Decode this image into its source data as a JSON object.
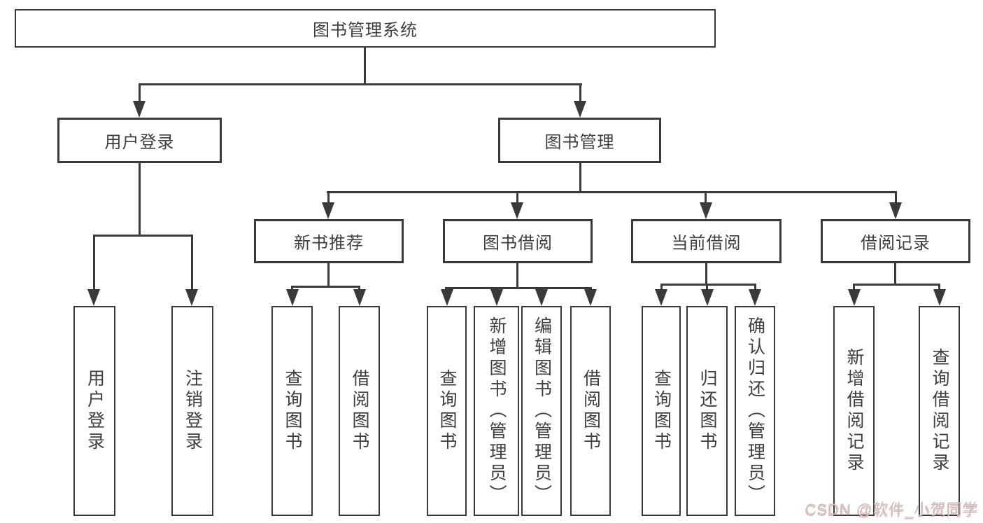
{
  "diagram": {
    "root": "图书管理系统",
    "level2": {
      "user_login": "用户登录",
      "book_mgmt": "图书管理"
    },
    "level3": {
      "new_books": "新书推荐",
      "book_borrow": "图书借阅",
      "current_borrow": "当前借阅",
      "borrow_records": "借阅记录"
    },
    "leaves": {
      "user_login": [
        "用户登录",
        "注销登录"
      ],
      "new_books": [
        "查询图书",
        "借阅图书"
      ],
      "book_borrow": [
        "查询图书",
        "新增图书（管理员）",
        "编辑图书（管理员）",
        "借阅图书"
      ],
      "current_borrow": [
        "查询图书",
        "归还图书",
        "确认归还（管理员）"
      ],
      "borrow_records": [
        "新增借阅记录",
        "查询借阅记录"
      ]
    }
  },
  "watermark": "CSDN @软件_小贺同学",
  "colors": {
    "line": "#3a3a3a",
    "text": "#3e3e3e",
    "box_fill": "#ffffff",
    "watermark": "#c9c6c6"
  }
}
